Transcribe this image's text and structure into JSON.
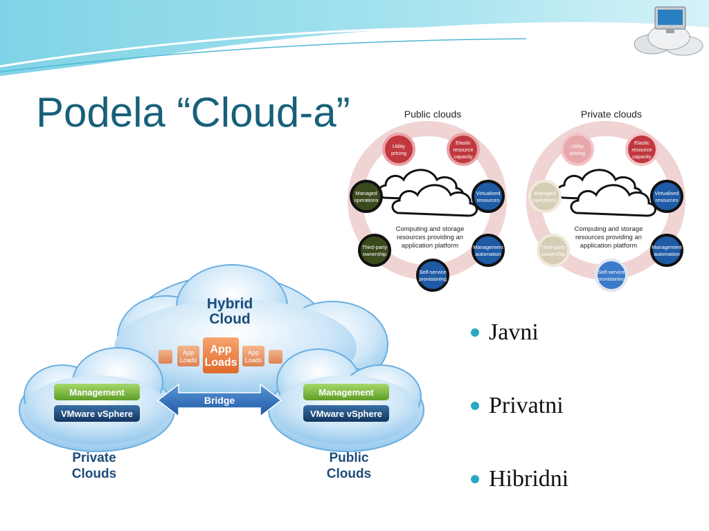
{
  "slide": {
    "title": "Podela “Cloud-a”",
    "bullets": [
      "Javni",
      "Privatni",
      "Hibridni"
    ]
  },
  "public_diagram": {
    "heading": "Public clouds",
    "center": [
      "Computing and storage",
      "resources providing an",
      "application platform"
    ],
    "nodes": [
      {
        "lines": [
          "Utility",
          "pricing"
        ]
      },
      {
        "lines": [
          "Elastic",
          "resource",
          "capacity"
        ]
      },
      {
        "lines": [
          "Virtualised",
          "resources"
        ]
      },
      {
        "lines": [
          "Management",
          "automation"
        ]
      },
      {
        "lines": [
          "Self-service",
          "provisioning"
        ]
      },
      {
        "lines": [
          "Third-party",
          "ownership"
        ]
      },
      {
        "lines": [
          "Managed",
          "operations"
        ]
      }
    ]
  },
  "private_diagram": {
    "heading": "Private clouds",
    "center": [
      "Computing and storage",
      "resources providing an",
      "application platform"
    ],
    "nodes": [
      {
        "lines": [
          "Utility",
          "pricing"
        ]
      },
      {
        "lines": [
          "Elastic",
          "resource",
          "capacity"
        ]
      },
      {
        "lines": [
          "Virtualised",
          "resources"
        ]
      },
      {
        "lines": [
          "Management",
          "automation"
        ]
      },
      {
        "lines": [
          "Self-service",
          "provisioning"
        ]
      },
      {
        "lines": [
          "Third-party",
          "ownership"
        ]
      },
      {
        "lines": [
          "Managed",
          "operations"
        ]
      }
    ]
  },
  "hybrid": {
    "title_line1": "Hybrid",
    "title_line2": "Cloud",
    "app_small": [
      "App",
      "Loads"
    ],
    "app_big": [
      "App",
      "Loads"
    ],
    "bridge": "Bridge",
    "management": "Management",
    "vsphere": "VMware vSphere",
    "private_label": [
      "Private",
      "Clouds"
    ],
    "public_label": [
      "Public",
      "Clouds"
    ]
  },
  "colors": {
    "title": "#17607a",
    "bullet_dot": "#2aa8c4",
    "ring": "#f0d4d4",
    "red": "#c0383e",
    "green_dark": "#3b4a1e",
    "blue": "#1f5aa5",
    "management_green": "#7dbb3c",
    "vsphere_blue": "#1d4f86",
    "app_orange": "#e8733b"
  }
}
